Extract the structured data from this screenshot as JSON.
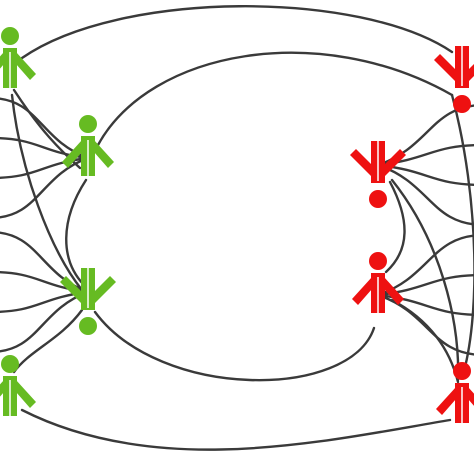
{
  "diagram": {
    "type": "network",
    "colors": {
      "green": "#66bb22",
      "red": "#ee1111",
      "edge": "#3a3a3a",
      "background": "#ffffff"
    },
    "node_groups": [
      {
        "name": "green",
        "color": "green",
        "node_count": 4
      },
      {
        "name": "red",
        "color": "red",
        "node_count": 4
      }
    ],
    "nodes": [
      {
        "id": "g1",
        "group": "green",
        "pose": "arms-up",
        "head": "top"
      },
      {
        "id": "g2",
        "group": "green",
        "pose": "arms-up",
        "head": "top"
      },
      {
        "id": "g3",
        "group": "green",
        "pose": "arms-down",
        "head": "bottom"
      },
      {
        "id": "g4",
        "group": "green",
        "pose": "arms-up",
        "head": "top"
      },
      {
        "id": "r1",
        "group": "red",
        "pose": "arms-down",
        "head": "bottom"
      },
      {
        "id": "r2",
        "group": "red",
        "pose": "arms-down",
        "head": "bottom"
      },
      {
        "id": "r3",
        "group": "red",
        "pose": "arms-up",
        "head": "top"
      },
      {
        "id": "r4",
        "group": "red",
        "pose": "arms-up",
        "head": "top"
      }
    ],
    "edges": [
      [
        "g1",
        "r1"
      ],
      [
        "g1",
        "g2"
      ],
      [
        "g1",
        "g3"
      ],
      [
        "g2",
        "g3"
      ],
      [
        "g2",
        "r1"
      ],
      [
        "g3",
        "r3"
      ],
      [
        "g4",
        "r4"
      ],
      [
        "g3",
        "g4"
      ],
      [
        "r1",
        "r4"
      ],
      [
        "r2",
        "r3"
      ],
      [
        "r2",
        "r4"
      ],
      [
        "r3",
        "r4"
      ],
      [
        "g2",
        "off-left"
      ],
      [
        "g3",
        "off-left"
      ],
      [
        "r2",
        "off-right"
      ],
      [
        "r3",
        "off-right"
      ]
    ]
  }
}
